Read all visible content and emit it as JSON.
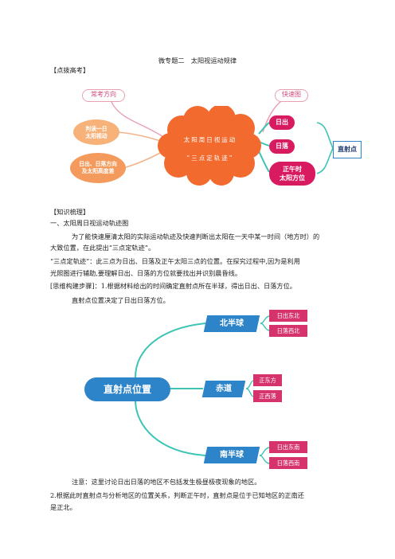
{
  "doc": {
    "title": "微专题二　太阳视运动规律",
    "sec1": "【点拨高考】",
    "mindmap1": {
      "left_header": "常考方向",
      "right_header": "快速图",
      "left_nodes": [
        "判读一日\n太阳视动",
        "日出、日落方向\n及太阳高度差"
      ],
      "center_line1": "太阳周日视运动",
      "center_line2": "“三点定轨迹”",
      "right_nodes": [
        "日出",
        "日落",
        "正午时\n太阳方位"
      ],
      "far_right": "直射点"
    },
    "sec2": "【知识梳理】",
    "h1": "一、太阳周日视运动轨迹图",
    "p1a": "为了能快速厘清太阳的实际运动轨迹及快速判断出太阳在一天中某一时间（地方时）的",
    "p1b": "大致位置，在此提出“三点定轨迹”。",
    "p2a": "“三点定轨迹”：此三点为日出、日落及正午太阳三点的位置。在探究过程中,因为是利用",
    "p2b": "光照图进行辅助,要理解日出、日落的方位就要找出并识别晨昏线。",
    "p3": "[思维构建步骤]：1.根据材料给出的时间确定直射点所在半球，得出日出、日落方位。",
    "p4": "直射点位置决定了日出日落方位。",
    "mindmap2": {
      "root": "直射点位置",
      "branches": [
        {
          "label": "北半球",
          "items": [
            "日出东北",
            "日落西北"
          ]
        },
        {
          "label": "赤道",
          "items": [
            "正东方",
            "正西落"
          ]
        },
        {
          "label": "南半球",
          "items": [
            "日出东南",
            "日落西南"
          ]
        }
      ]
    },
    "p5": "注意：这里讨论日出日落的地区不包括发生极昼极夜现象的地区。",
    "p6a": "2.根据此时直射点与分析地区的位置关系，判断正午时，直射点是位于已知地区的正南还",
    "p6b": "是正北。"
  },
  "colors": {
    "pink_border": "#e8a0b0",
    "center_orange": "#f26a2e",
    "right_node": "#d81b60",
    "teal_line": "#3cc4b4",
    "blue": "#2d84c8",
    "red_box": "#d6336c"
  }
}
